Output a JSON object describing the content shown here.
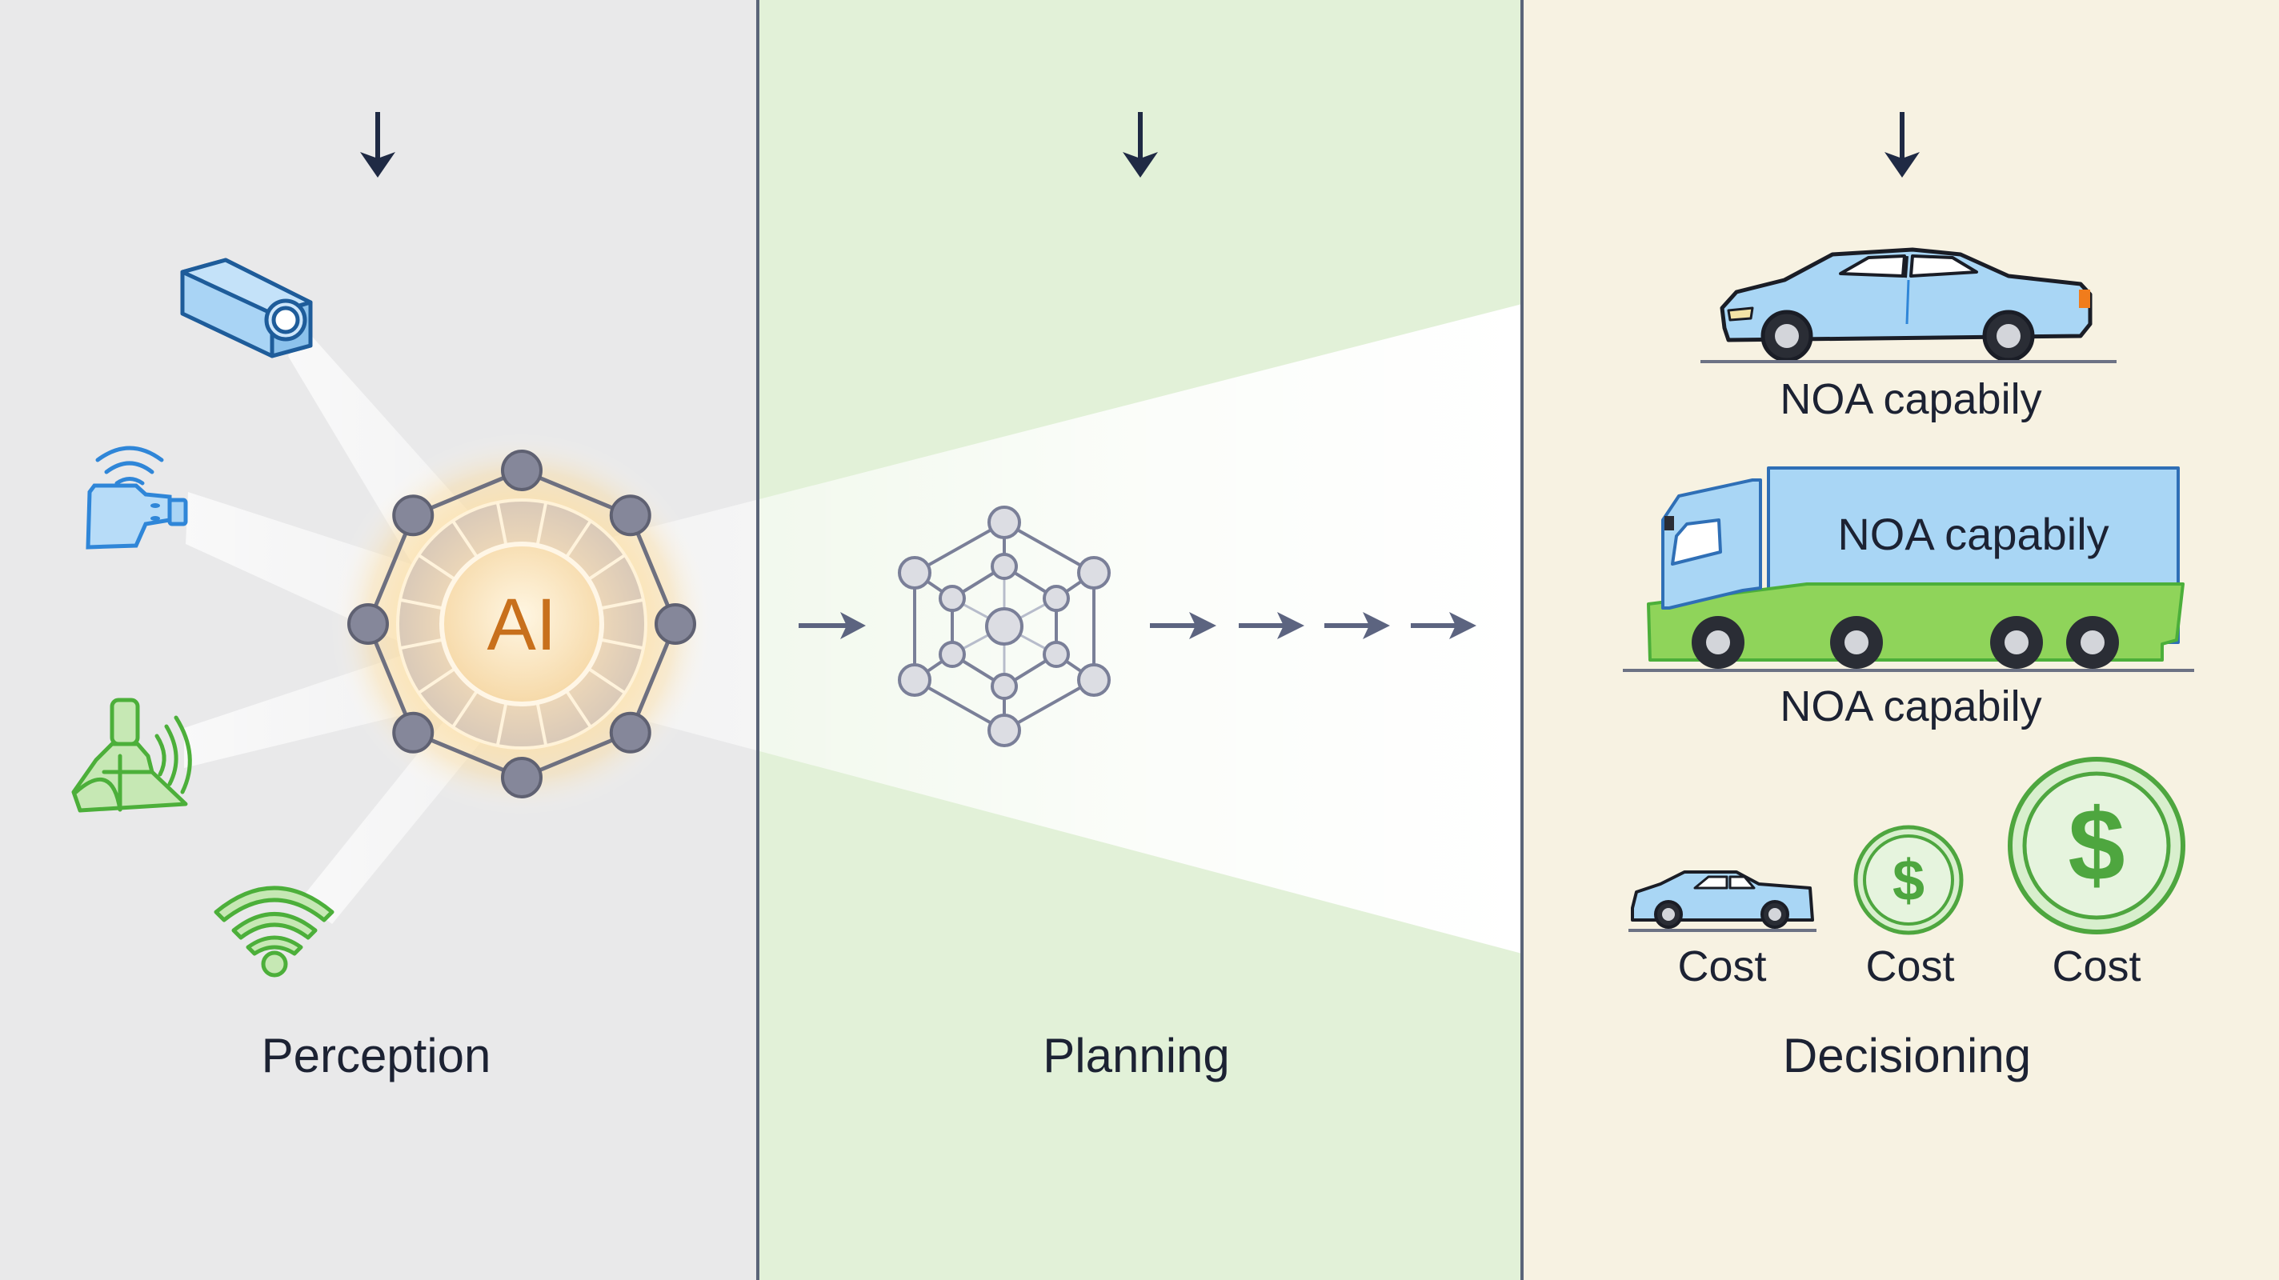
{
  "diagram": {
    "type": "three-stage pipeline",
    "panels": [
      {
        "id": "perception",
        "title": "Perception",
        "background": "#e9e9ea",
        "icons": [
          "camera-icon",
          "radar-sensor-icon",
          "lidar-sensor-icon",
          "wifi-signal-icon"
        ],
        "hub": {
          "label": "AI",
          "label_color": "#c8701c",
          "node_count": 8
        }
      },
      {
        "id": "planning",
        "title": "Planning",
        "background": "#e2f1d8",
        "graph_icon": "hexagonal-network-icon",
        "flow_arrows": 5
      },
      {
        "id": "decisioning",
        "title": "Decisioning",
        "background": "#f7f2e2",
        "vehicles": [
          {
            "icon": "sedan-icon",
            "caption": "NOA capabily"
          },
          {
            "icon": "truck-icon",
            "body_text": "NOA capabily",
            "caption": "NOA capabily"
          }
        ],
        "costs": [
          {
            "icon": "small-car-icon",
            "caption": "Cost"
          },
          {
            "icon": "small-coin-icon",
            "symbol": "$",
            "caption": "Cost"
          },
          {
            "icon": "large-coin-icon",
            "symbol": "$",
            "caption": "Cost"
          }
        ]
      }
    ],
    "colors": {
      "divider": "#5a6478",
      "arrow_dark": "#1f2a44",
      "arrow_flow": "#5c6480",
      "sensor_blue": "#2f86d8",
      "sensor_blue_fill": "#a9d4f5",
      "sensor_green": "#4caf3a",
      "sensor_green_fill": "#c6e8b4",
      "node_gray": "#8a8c99",
      "vehicle_blue": "#a9d6f5",
      "truck_green": "#8fd45a",
      "coin_green": "#4ea63f",
      "text": "#1c2233"
    }
  }
}
